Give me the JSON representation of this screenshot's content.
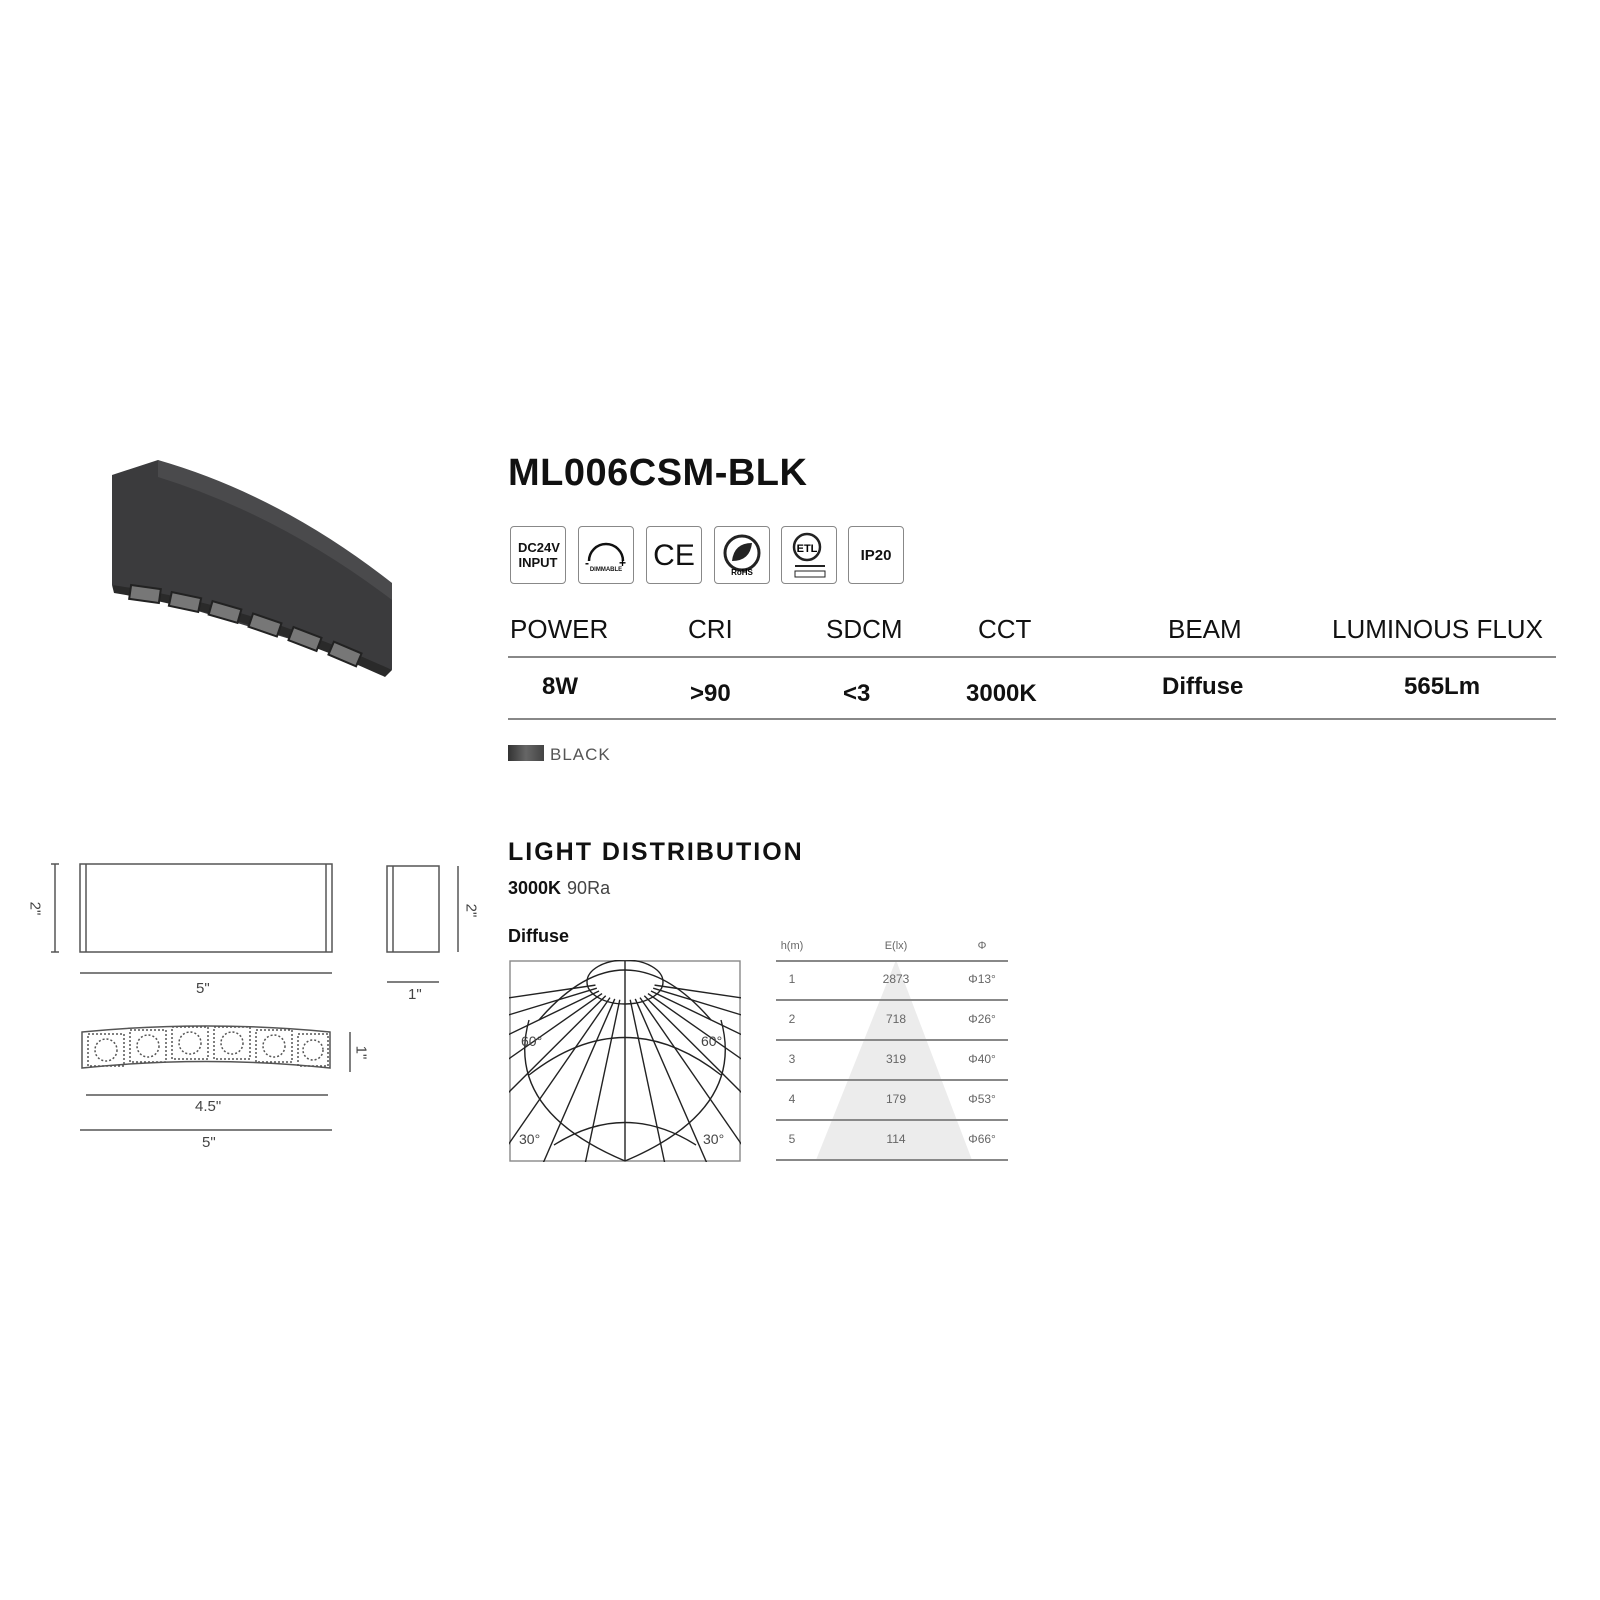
{
  "product": {
    "model": "ML006CSM-BLK",
    "badges": [
      {
        "icon": "dc24v-input-icon",
        "label": "DC24V INPUT"
      },
      {
        "icon": "dimmable-icon",
        "label": "DIMMABLE"
      },
      {
        "icon": "ce-mark-icon",
        "label": "CE"
      },
      {
        "icon": "rohs-icon",
        "label": "RoHS"
      },
      {
        "icon": "etl-listed-icon",
        "label": "ETL"
      },
      {
        "icon": "ip20-icon",
        "label": "IP20"
      }
    ]
  },
  "specs": {
    "headers": [
      "POWER",
      "CRI",
      "SDCM",
      "CCT",
      "BEAM",
      "LUMINOUS FLUX"
    ],
    "values": [
      "8W",
      ">90",
      "<3",
      "3000K",
      "Diffuse",
      "565Lm"
    ]
  },
  "finish": {
    "label": "BLACK",
    "color": "#3a3a3a"
  },
  "dimensions": {
    "front_width": "5\"",
    "front_height": "2\"",
    "side_width": "1\"",
    "side_height": "2\"",
    "bottom_inner": "4.5\"",
    "bottom_outer": "5\"",
    "bottom_depth": "1\""
  },
  "light_distribution": {
    "title": "LIGHT DISTRIBUTION",
    "cct": "3000K",
    "ra": "90Ra",
    "beam": "Diffuse",
    "polar_labels": [
      "60°",
      "60°",
      "30°",
      "30°"
    ],
    "table": {
      "headers": [
        "h(m)",
        "E(lx)",
        "Φ"
      ],
      "rows": [
        [
          "1",
          "2873",
          "Φ13°"
        ],
        [
          "2",
          "718",
          "Φ26°"
        ],
        [
          "3",
          "319",
          "Φ40°"
        ],
        [
          "4",
          "179",
          "Φ53°"
        ],
        [
          "5",
          "114",
          "Φ66°"
        ]
      ]
    }
  }
}
